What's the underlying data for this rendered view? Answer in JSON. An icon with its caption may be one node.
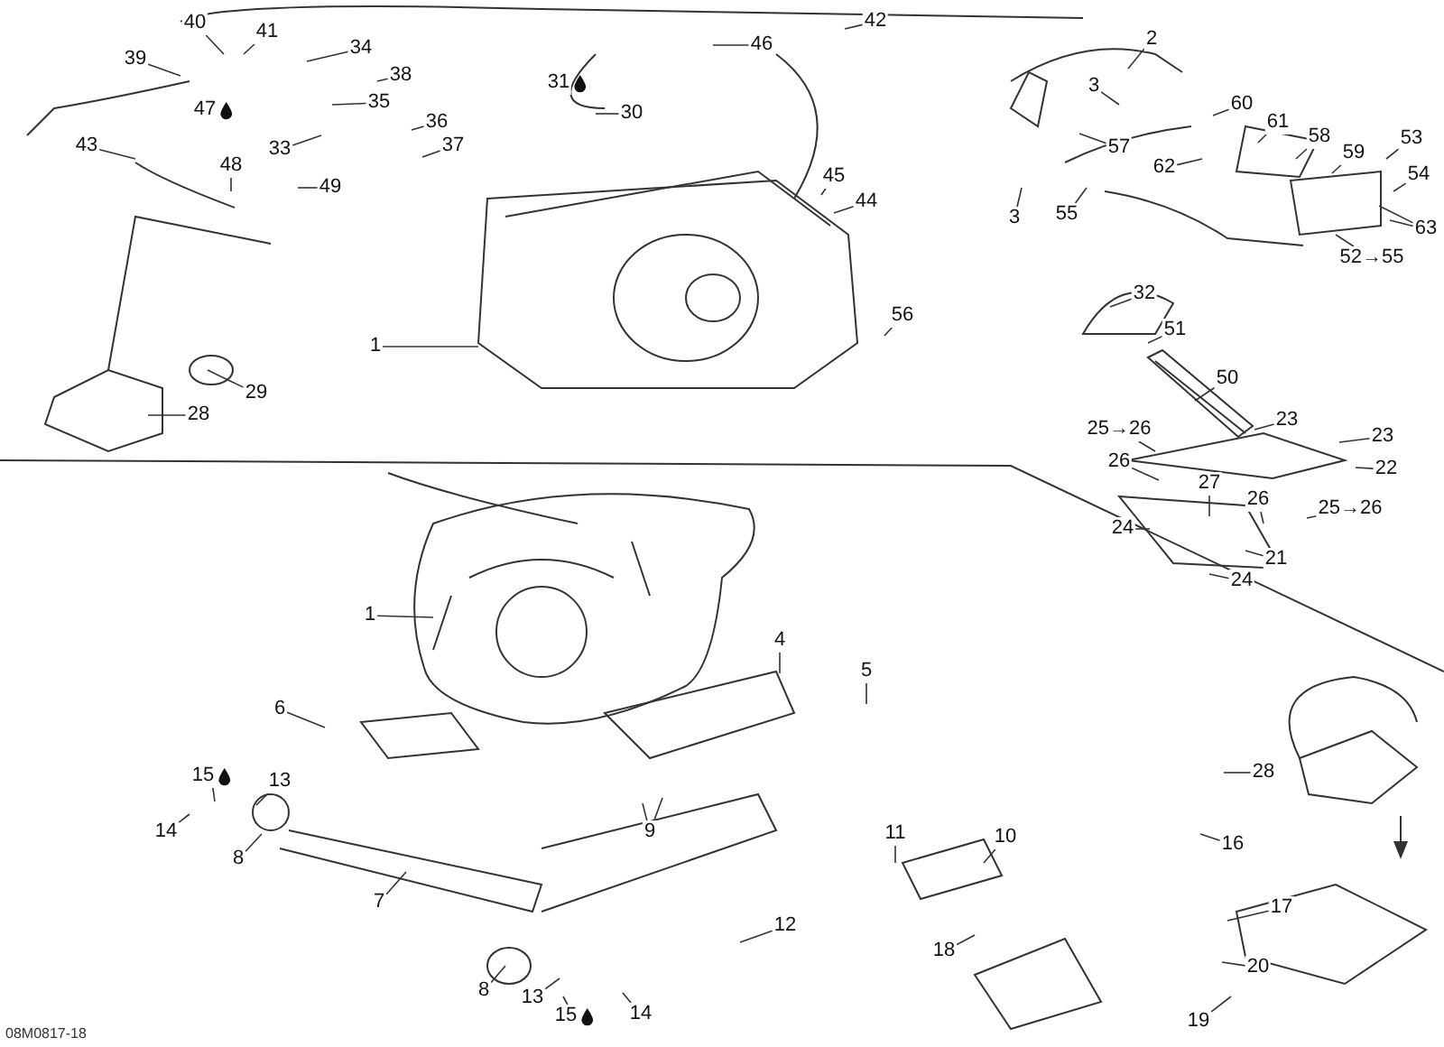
{
  "diagram": {
    "nodes": [
      {
        "text": [
          "1"
        ]
      },
      {
        "text": [
          "2"
        ]
      },
      {
        "text": [
          "3"
        ]
      },
      {
        "text": [
          "3"
        ]
      },
      {
        "text": [
          "39"
        ]
      },
      {
        "text": [
          "40"
        ]
      },
      {
        "text": [
          "41"
        ]
      },
      {
        "text": [
          "34"
        ]
      },
      {
        "text": [
          "38"
        ]
      },
      {
        "text": [
          "35"
        ]
      },
      {
        "text": [
          "36"
        ]
      },
      {
        "text": [
          "37"
        ]
      },
      {
        "text": [
          "33"
        ]
      },
      {
        "text": [
          "47"
        ]
      },
      {
        "text": [
          "43"
        ]
      },
      {
        "text": [
          "48"
        ]
      },
      {
        "text": [
          "49"
        ]
      },
      {
        "text": [
          "29"
        ]
      },
      {
        "text": [
          "28"
        ]
      },
      {
        "text": [
          "31"
        ]
      },
      {
        "text": [
          "30"
        ]
      },
      {
        "text": [
          "46"
        ]
      },
      {
        "text": [
          "42"
        ]
      },
      {
        "text": [
          "45"
        ]
      },
      {
        "text": [
          "44"
        ]
      },
      {
        "text": [
          "56"
        ]
      },
      {
        "text": [
          "57"
        ]
      },
      {
        "text": [
          "55"
        ]
      },
      {
        "text": [
          "60"
        ]
      },
      {
        "text": [
          "61"
        ]
      },
      {
        "text": [
          "58"
        ]
      },
      {
        "text": [
          "59"
        ]
      },
      {
        "text": [
          "62"
        ]
      },
      {
        "text": [
          "53"
        ]
      },
      {
        "text": [
          "54"
        ]
      },
      {
        "text": [
          "63"
        ]
      },
      {
        "text": [
          "52→55"
        ]
      },
      {
        "text": [
          "32"
        ]
      },
      {
        "text": [
          "51"
        ]
      },
      {
        "text": [
          "50"
        ]
      },
      {
        "text": [
          "23"
        ]
      },
      {
        "text": [
          "23"
        ]
      },
      {
        "text": [
          "22"
        ]
      },
      {
        "text": [
          "25→26"
        ]
      },
      {
        "text": [
          "26"
        ]
      },
      {
        "text": [
          "27"
        ]
      },
      {
        "text": [
          "26"
        ]
      },
      {
        "text": [
          "25→26"
        ]
      },
      {
        "text": [
          "24"
        ]
      },
      {
        "text": [
          "21"
        ]
      },
      {
        "text": [
          "24"
        ]
      },
      {
        "text": [
          "1"
        ]
      },
      {
        "text": [
          "4"
        ]
      },
      {
        "text": [
          "5"
        ]
      },
      {
        "text": [
          "6"
        ]
      },
      {
        "text": [
          "15"
        ]
      },
      {
        "text": [
          "13"
        ]
      },
      {
        "text": [
          "14"
        ]
      },
      {
        "text": [
          "8"
        ]
      },
      {
        "text": [
          "9"
        ]
      },
      {
        "text": [
          "7"
        ]
      },
      {
        "text": [
          "11"
        ]
      },
      {
        "text": [
          "10"
        ]
      },
      {
        "text": [
          "12"
        ]
      },
      {
        "text": [
          "28"
        ]
      },
      {
        "text": [
          "16"
        ]
      },
      {
        "text": [
          "17"
        ]
      },
      {
        "text": [
          "18"
        ]
      },
      {
        "text": [
          "20"
        ]
      },
      {
        "text": [
          "19"
        ]
      },
      {
        "text": [
          "8"
        ]
      },
      {
        "text": [
          "13"
        ]
      },
      {
        "text": [
          "15"
        ]
      },
      {
        "text": [
          "14"
        ]
      }
    ],
    "edges": [
      {
        "from": 0,
        "to": null,
        "arrow": "none"
      },
      {
        "from": 1,
        "to": null,
        "arrow": "none"
      },
      {
        "from": 2,
        "to": null,
        "arrow": "none"
      },
      {
        "from": 3,
        "to": null,
        "arrow": "none"
      },
      {
        "from": 4,
        "to": null,
        "arrow": "none"
      },
      {
        "from": 5,
        "to": null,
        "arrow": "none"
      },
      {
        "from": 6,
        "to": null,
        "arrow": "none"
      },
      {
        "from": 7,
        "to": null,
        "arrow": "none"
      },
      {
        "from": 8,
        "to": null,
        "arrow": "none"
      },
      {
        "from": 9,
        "to": null,
        "arrow": "none"
      },
      {
        "from": 10,
        "to": null,
        "arrow": "none"
      },
      {
        "from": 11,
        "to": null,
        "arrow": "none"
      },
      {
        "from": 12,
        "to": null,
        "arrow": "none"
      },
      {
        "from": 14,
        "to": null,
        "arrow": "none"
      },
      {
        "from": 15,
        "to": null,
        "arrow": "none"
      },
      {
        "from": 16,
        "to": null,
        "arrow": "none"
      },
      {
        "from": 17,
        "to": null,
        "arrow": "none"
      },
      {
        "from": 18,
        "to": null,
        "arrow": "none"
      },
      {
        "from": 20,
        "to": null,
        "arrow": "none"
      },
      {
        "from": 21,
        "to": null,
        "arrow": "none"
      },
      {
        "from": 22,
        "to": null,
        "arrow": "none"
      },
      {
        "from": 23,
        "to": null,
        "arrow": "none"
      },
      {
        "from": 24,
        "to": null,
        "arrow": "none"
      },
      {
        "from": 25,
        "to": null,
        "arrow": "none"
      },
      {
        "from": 26,
        "to": null,
        "arrow": "none"
      },
      {
        "from": 27,
        "to": null,
        "arrow": "none"
      },
      {
        "from": 28,
        "to": null,
        "arrow": "none"
      },
      {
        "from": 29,
        "to": null,
        "arrow": "none"
      },
      {
        "from": 30,
        "to": null,
        "arrow": "none"
      },
      {
        "from": 31,
        "to": null,
        "arrow": "none"
      },
      {
        "from": 32,
        "to": null,
        "arrow": "none"
      },
      {
        "from": 33,
        "to": null,
        "arrow": "none"
      },
      {
        "from": 34,
        "to": null,
        "arrow": "none"
      },
      {
        "from": 35,
        "to": null,
        "arrow": "none"
      },
      {
        "from": 35,
        "to": null,
        "arrow": "none"
      },
      {
        "from": 36,
        "to": null,
        "arrow": "none"
      },
      {
        "from": 37,
        "to": null,
        "arrow": "none"
      },
      {
        "from": 38,
        "to": null,
        "arrow": "none"
      },
      {
        "from": 39,
        "to": null,
        "arrow": "none"
      },
      {
        "from": 40,
        "to": null,
        "arrow": "none"
      },
      {
        "from": 41,
        "to": null,
        "arrow": "none"
      },
      {
        "from": 42,
        "to": null,
        "arrow": "none"
      },
      {
        "from": 43,
        "to": null,
        "arrow": "none"
      },
      {
        "from": 44,
        "to": null,
        "arrow": "none"
      },
      {
        "from": 45,
        "to": null,
        "arrow": "none"
      },
      {
        "from": 46,
        "to": null,
        "arrow": "none"
      },
      {
        "from": 47,
        "to": null,
        "arrow": "none"
      },
      {
        "from": 48,
        "to": null,
        "arrow": "none"
      },
      {
        "from": 49,
        "to": null,
        "arrow": "none"
      },
      {
        "from": 50,
        "to": null,
        "arrow": "none"
      },
      {
        "from": 51,
        "to": null,
        "arrow": "none"
      },
      {
        "from": 52,
        "to": null,
        "arrow": "none"
      },
      {
        "from": 53,
        "to": null,
        "arrow": "none"
      },
      {
        "from": 54,
        "to": null,
        "arrow": "none"
      },
      {
        "from": 56,
        "to": null,
        "arrow": "none"
      },
      {
        "from": 57,
        "to": null,
        "arrow": "none"
      },
      {
        "from": 58,
        "to": null,
        "arrow": "none"
      },
      {
        "from": 59,
        "to": null,
        "arrow": "none"
      },
      {
        "from": 59,
        "to": null,
        "arrow": "none"
      },
      {
        "from": 60,
        "to": null,
        "arrow": "none"
      },
      {
        "from": 61,
        "to": null,
        "arrow": "none"
      },
      {
        "from": 62,
        "to": null,
        "arrow": "none"
      },
      {
        "from": 63,
        "to": null,
        "arrow": "none"
      },
      {
        "from": 64,
        "to": null,
        "arrow": "none"
      },
      {
        "from": 65,
        "to": null,
        "arrow": "none"
      },
      {
        "from": 66,
        "to": null,
        "arrow": "none"
      },
      {
        "from": 67,
        "to": null,
        "arrow": "none"
      },
      {
        "from": 68,
        "to": null,
        "arrow": "none"
      },
      {
        "from": 69,
        "to": null,
        "arrow": "none"
      },
      {
        "from": 70,
        "to": null,
        "arrow": "none"
      },
      {
        "from": 71,
        "to": null,
        "arrow": "none"
      },
      {
        "from": 73,
        "to": null,
        "arrow": "none"
      },
      {
        "from": 55,
        "to": null,
        "arrow": "none"
      },
      {
        "from": 72,
        "to": null,
        "arrow": "none"
      }
    ],
    "labels": [
      "08M0817-18"
    ]
  }
}
